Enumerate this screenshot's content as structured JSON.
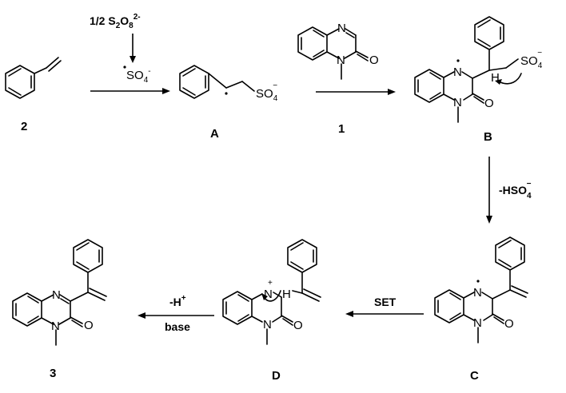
{
  "labels": {
    "styrene": "2",
    "radical_A": "A",
    "quinoxalinone": "1",
    "intermediate_B": "B",
    "intermediate_C": "C",
    "intermediate_D": "D",
    "product": "3"
  },
  "reagents": {
    "persulfate_prefix": "1/2 S",
    "persulfate_sub": "2",
    "persulfate_O": "O",
    "persulfate_sub2": "8",
    "persulfate_charge": "2-",
    "sulfate_radical": "SO",
    "sulfate_sub": "4",
    "sulfate_charge": "-",
    "elimination_prefix": "-HSO",
    "elimination_sub": "4",
    "elimination_charge": "−",
    "set": "SET",
    "deprotonation_H": "-H",
    "deprotonation_charge": "+",
    "base": "base"
  },
  "atoms": {
    "N": "N",
    "O": "O",
    "H": "H",
    "SO4": "SO",
    "SO4_sub": "4",
    "SO4_charge": "−",
    "plus": "+"
  },
  "colors": {
    "ink": "#000000",
    "background": "#ffffff"
  }
}
